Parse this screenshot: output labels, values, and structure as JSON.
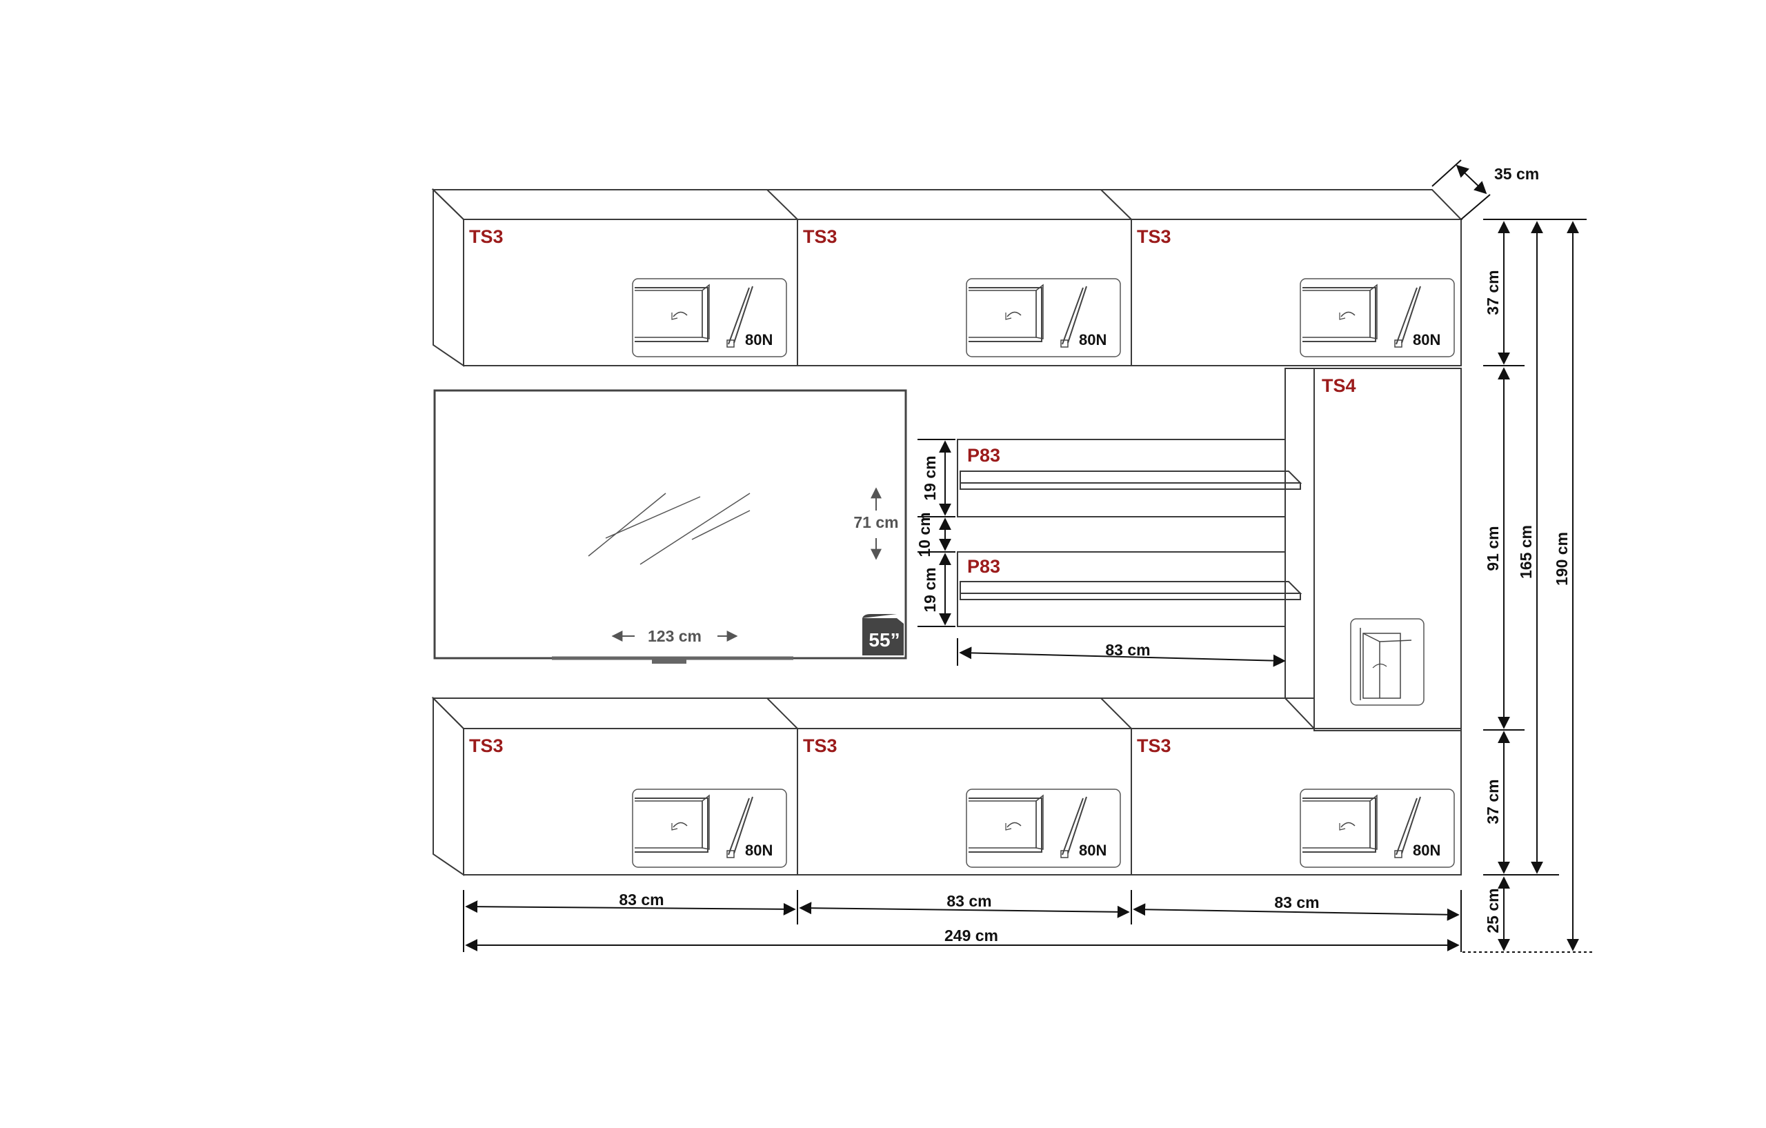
{
  "cabinets": {
    "top_code": "TS3",
    "bottom_code": "TS3",
    "tall_code": "TS4",
    "shelf_code": "P83",
    "lift_force": "80N"
  },
  "tv": {
    "size": "55”",
    "width": "123 cm",
    "height": "71 cm"
  },
  "dimensions": {
    "depth": "35 cm",
    "top_height": "37 cm",
    "middle_height": "91 cm",
    "bottom_height": "37 cm",
    "floor_gap": "25 cm",
    "unit_height": "165 cm",
    "total_height": "190 cm",
    "module_width": "83 cm",
    "total_width": "249 cm",
    "shelf_height": "19 cm",
    "shelf_gap": "10 cm",
    "shelf_width": "83 cm"
  }
}
